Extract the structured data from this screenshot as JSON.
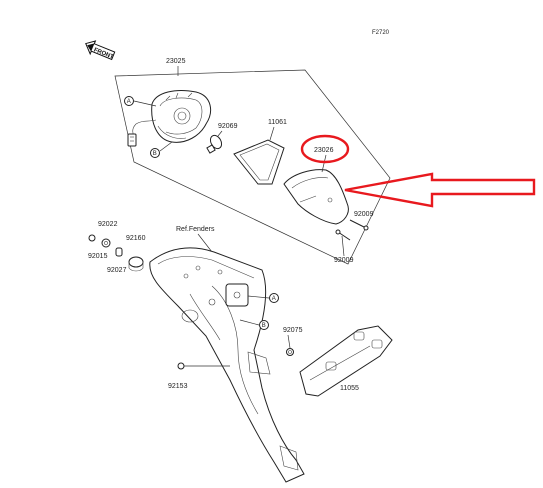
{
  "code": "F2720",
  "front_label": "FRONT",
  "reference": "Ref.Fenders",
  "callouts": {
    "a": "A",
    "b": "B"
  },
  "parts": {
    "p23025": "23025",
    "p92069": "92069",
    "p11061": "11061",
    "p23026": "23026",
    "p92009a": "92009",
    "p92009b": "92009",
    "p92022": "92022",
    "p92015": "92015",
    "p92160": "92160",
    "p92027": "92027",
    "p92075": "92075",
    "p92153": "92153",
    "p11055": "11055"
  },
  "colors": {
    "highlight": "#e8191e",
    "line": "#333333"
  }
}
